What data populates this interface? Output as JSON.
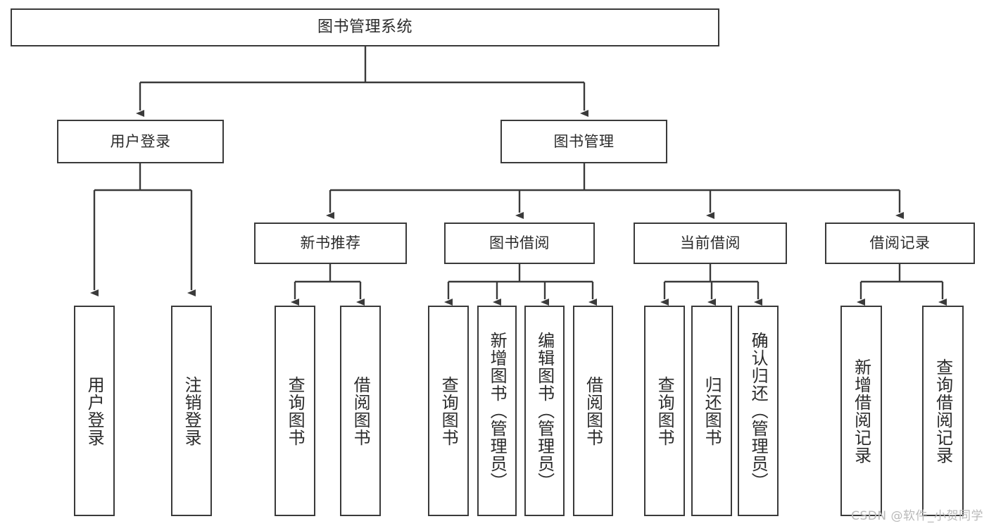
{
  "diagram": {
    "title": "图书管理系统",
    "watermark": "CSDN @软件_小贺同学",
    "stroke_color": "#3a3a3a",
    "background_color": "#ffffff",
    "text_color": "#2b2b2b",
    "levels": {
      "level0": [
        {
          "id": "root",
          "label": "图书管理系统"
        }
      ],
      "level1": [
        {
          "id": "user-login",
          "label": "用户登录"
        },
        {
          "id": "book-manage",
          "label": "图书管理"
        }
      ],
      "level2": [
        {
          "id": "new-book-rec",
          "label": "新书推荐"
        },
        {
          "id": "book-borrow",
          "label": "图书借阅"
        },
        {
          "id": "current-borrow",
          "label": "当前借阅"
        },
        {
          "id": "borrow-record",
          "label": "借阅记录"
        }
      ],
      "level3": [
        {
          "id": "leaf-user-login",
          "label": "用户登录"
        },
        {
          "id": "leaf-logout",
          "label": "注销登录"
        },
        {
          "id": "leaf-query-book-1",
          "label": "查询图书"
        },
        {
          "id": "leaf-borrow-book-1",
          "label": "借阅图书"
        },
        {
          "id": "leaf-query-book-2",
          "label": "查询图书"
        },
        {
          "id": "leaf-add-book",
          "label": "新增图书（管理员）"
        },
        {
          "id": "leaf-edit-book",
          "label": "编辑图书（管理员）"
        },
        {
          "id": "leaf-borrow-book-2",
          "label": "借阅图书"
        },
        {
          "id": "leaf-query-book-3",
          "label": "查询图书"
        },
        {
          "id": "leaf-return-book",
          "label": "归还图书"
        },
        {
          "id": "leaf-confirm-return",
          "label": "确认归还（管理员）"
        },
        {
          "id": "leaf-add-record",
          "label": "新增借阅记录"
        },
        {
          "id": "leaf-query-record",
          "label": "查询借阅记录"
        }
      ]
    }
  }
}
